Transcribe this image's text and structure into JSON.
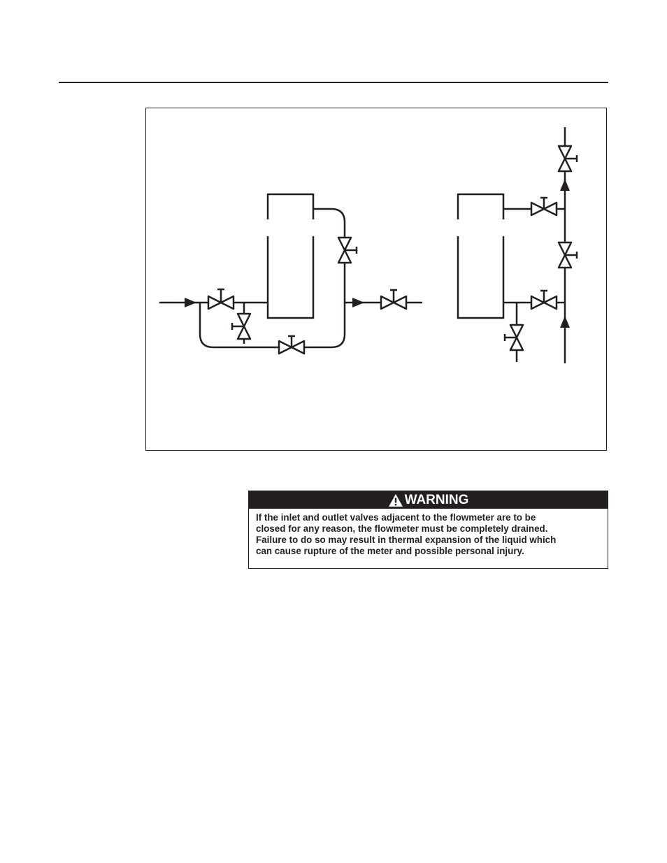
{
  "warning": {
    "title": "WARNING",
    "lines": [
      "If the inlet and outlet valves adjacent to the flowmeter are to be",
      "closed for any reason, the flowmeter must be completely drained.",
      "Failure to do so may result in thermal expansion of the liquid which",
      "can cause rupture of the meter and possible personal injury."
    ]
  },
  "colors": {
    "line": "#231f20",
    "header_bg": "#231f20",
    "header_text": "#ffffff"
  },
  "icons": [
    "warning-triangle-icon"
  ]
}
